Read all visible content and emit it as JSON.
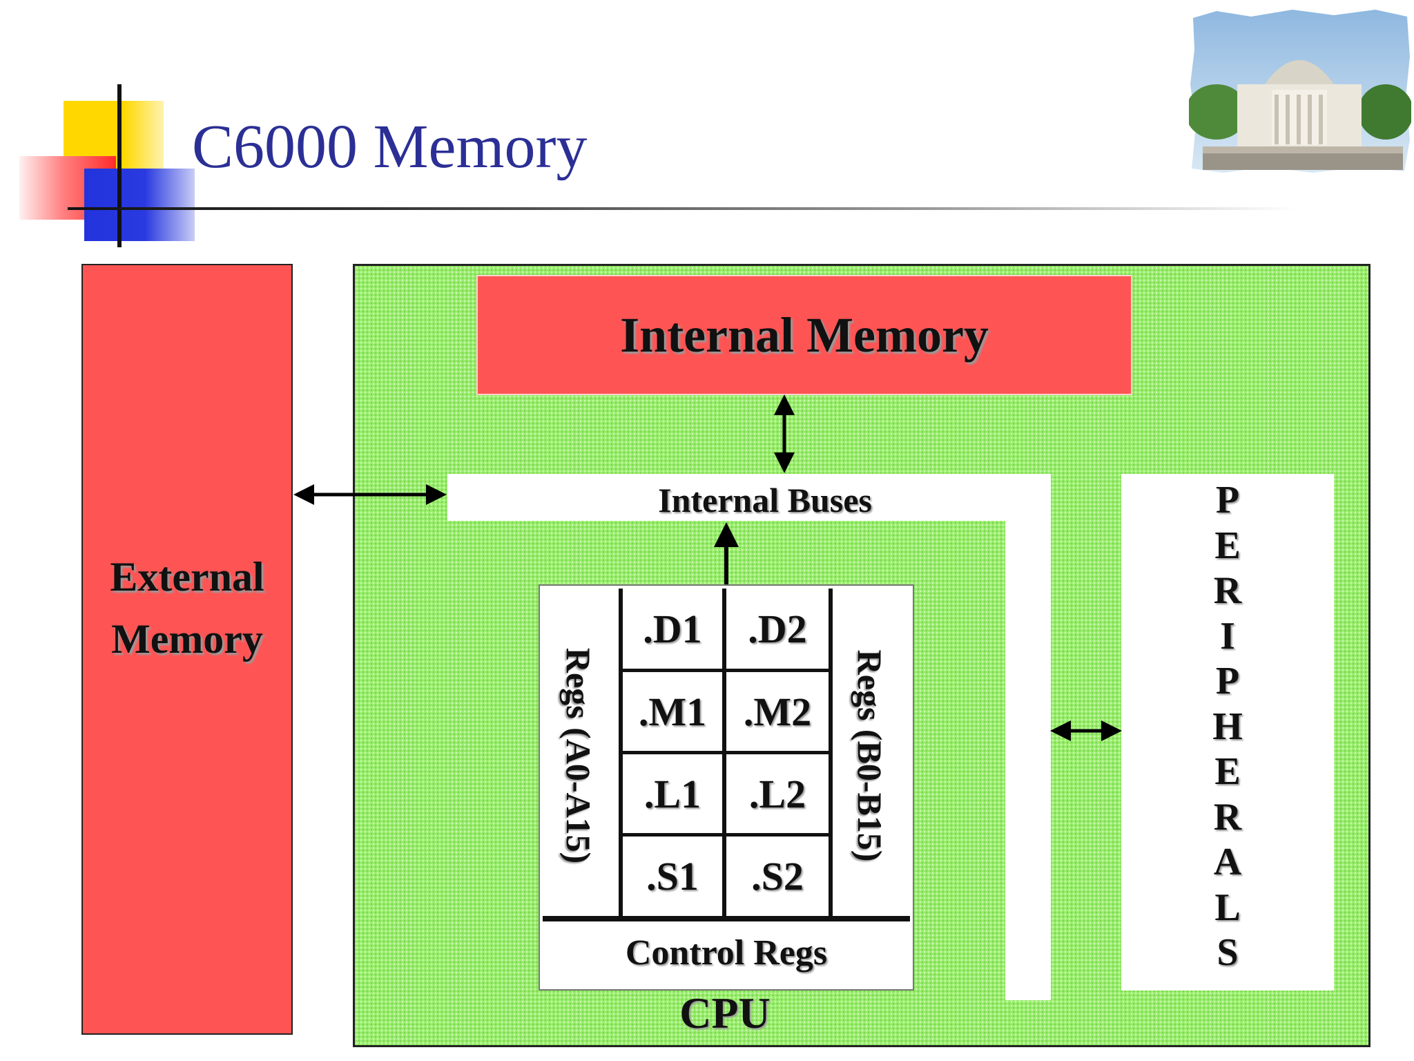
{
  "slide": {
    "title": "C6000 Memory"
  },
  "diagram": {
    "external_memory": [
      "External",
      "Memory"
    ],
    "internal_memory": "Internal Memory",
    "internal_buses": "Internal Buses",
    "peripherals_letters": [
      "P",
      "E",
      "R",
      "I",
      "P",
      "H",
      "E",
      "R",
      "A",
      "L",
      "S"
    ],
    "cpu": {
      "label": "CPU",
      "regs_a": "Regs (A0-A15)",
      "regs_b": "Regs (B0-B15)",
      "units_left": [
        ".D1",
        ".M1",
        ".L1",
        ".S1"
      ],
      "units_right": [
        ".D2",
        ".M2",
        ".L2",
        ".S2"
      ],
      "control_regs": "Control Regs"
    }
  },
  "colors": {
    "title": "#2b2f95",
    "memory_fill": "#ff5454",
    "chip_fill": "#98ee6a"
  },
  "icons": {
    "photo": "domed-building-photo"
  }
}
